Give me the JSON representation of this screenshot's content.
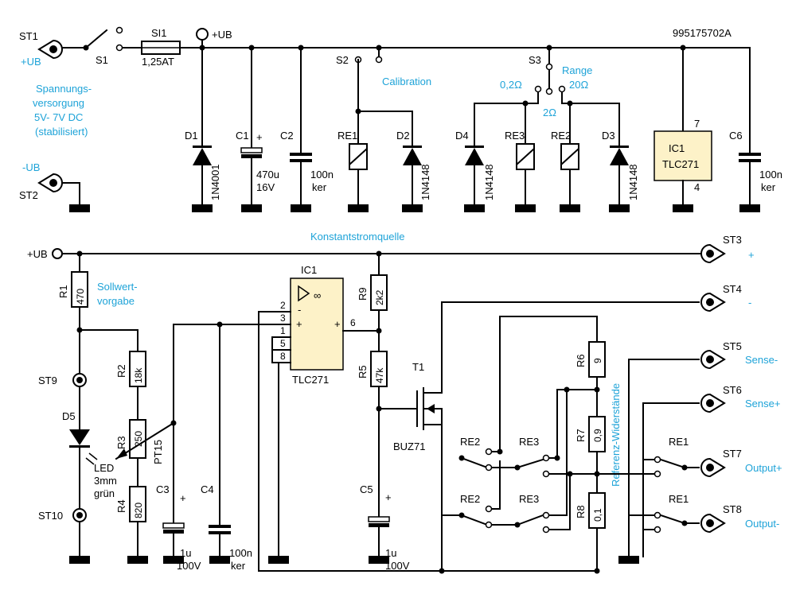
{
  "document_id": "995175702A",
  "power": {
    "st1": "ST1",
    "ub_plus": "+UB",
    "s1": "S1",
    "si1": "SI1",
    "si1_value": "1,25AT",
    "ub_node": "+UB",
    "supply_1": "Spannungs-",
    "supply_2": "versorgung",
    "supply_3": "5V- 7V DC",
    "supply_4": "(stabilisiert)",
    "ub_minus": "-UB",
    "st2": "ST2",
    "d1": "D1",
    "d1_type": "1N4001",
    "c1": "C1",
    "c1_v1": "470u",
    "c1_v2": "16V",
    "c2": "C2",
    "c2_v1": "100n",
    "c2_v2": "ker",
    "s2": "S2",
    "calibration": "Calibration",
    "re1": "RE1",
    "d2": "D2",
    "d2_type": "1N4148",
    "s3": "S3",
    "range": "Range",
    "r_02": "0,2Ω",
    "r_20": "20Ω",
    "r_2": "2Ω",
    "d4": "D4",
    "d4_type": "1N4148",
    "re3": "RE3",
    "re2": "RE2",
    "d3": "D3",
    "d3_type": "1N4148",
    "ic1": "IC1",
    "ic1_type": "TLC271",
    "pin7": "7",
    "pin4": "4",
    "c6": "C6",
    "c6_v1": "100n",
    "c6_v2": "ker"
  },
  "source": {
    "title": "Konstantstromquelle",
    "ub": "+UB",
    "r1": "R1",
    "r1_val": "470",
    "setpoint_1": "Sollwert-",
    "setpoint_2": "vorgabe",
    "r2": "R2",
    "r2_val": "18k",
    "r3": "R3",
    "r3_val": "250",
    "r3_type": "PT15",
    "r4": "R4",
    "r4_val": "820",
    "st9": "ST9",
    "st10": "ST10",
    "d5": "D5",
    "led_1": "LED",
    "led_2": "3mm",
    "led_3": "grün",
    "c3": "C3",
    "c3_v1": "1u",
    "c3_v2": "100V",
    "c4": "C4",
    "c4_v1": "100n",
    "c4_v2": "ker",
    "ic1": "IC1",
    "ic1_type": "TLC271",
    "pin2": "2",
    "pin3": "3",
    "pin1": "1",
    "pin5": "5",
    "pin8": "8",
    "pin6": "6",
    "minus": "-",
    "plus": "+",
    "plus_out": "+",
    "r9": "R9",
    "r9_val": "2k2",
    "r5": "R5",
    "r5_val": "47k",
    "t1": "T1",
    "t1_type": "BUZ71",
    "c5": "C5",
    "c5_v1": "1u",
    "c5_v2": "100V",
    "st3": "ST3",
    "st3_lbl": "+",
    "st4": "ST4",
    "st4_lbl": "-",
    "st5": "ST5",
    "st5_lbl": "Sense-",
    "st6": "ST6",
    "st6_lbl": "Sense+",
    "st7": "ST7",
    "st7_lbl": "Output+",
    "st8": "ST8",
    "st8_lbl": "Output-",
    "r6": "R6",
    "r6_val": "9",
    "r7": "R7",
    "r7_val": "0,9",
    "r8": "R8",
    "r8_val": "0,1",
    "ref_res": "Referenz-Widerstände",
    "re2a": "RE2",
    "re3a": "RE3",
    "re2b": "RE2",
    "re3b": "RE3",
    "re1a": "RE1",
    "re1b": "RE1"
  },
  "colors": {
    "annotation": "#1ea3d8",
    "ic_fill": "#fdf2c8",
    "wire": "#000000"
  }
}
